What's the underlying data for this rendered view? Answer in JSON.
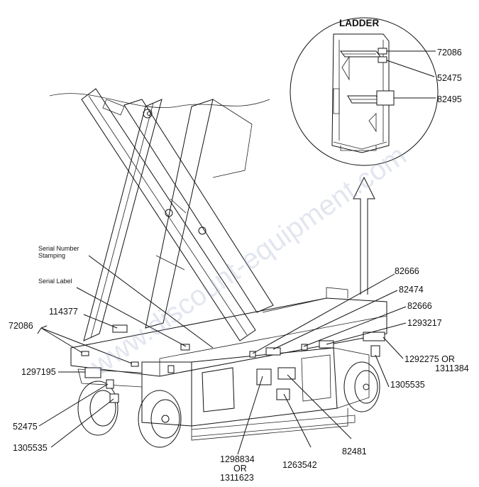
{
  "detail": {
    "title": "LADDER",
    "labels": [
      "72086",
      "52475",
      "82495"
    ]
  },
  "callouts": {
    "serial_number_stamping": [
      "Serial Number",
      "Stamping"
    ],
    "serial_label": "Serial Label",
    "c114377": "114377",
    "c72086": "72086",
    "c1297195": "1297195",
    "c52475": "52475",
    "c1305535_left": "1305535",
    "c1298834": [
      "1298834",
      "OR",
      "1311623"
    ],
    "c1263542": "1263542",
    "c82481": "82481",
    "c1305535_right": "1305535",
    "c1292275": [
      "1292275 OR",
      "1311384"
    ],
    "c1293217": "1293217",
    "c82666_top": "82666",
    "c82474": "82474",
    "c82666_mid": "82666"
  },
  "watermark": "www.discount-equipment.com",
  "colors": {
    "line": "#111111",
    "watermark": "#9aa7c9"
  }
}
